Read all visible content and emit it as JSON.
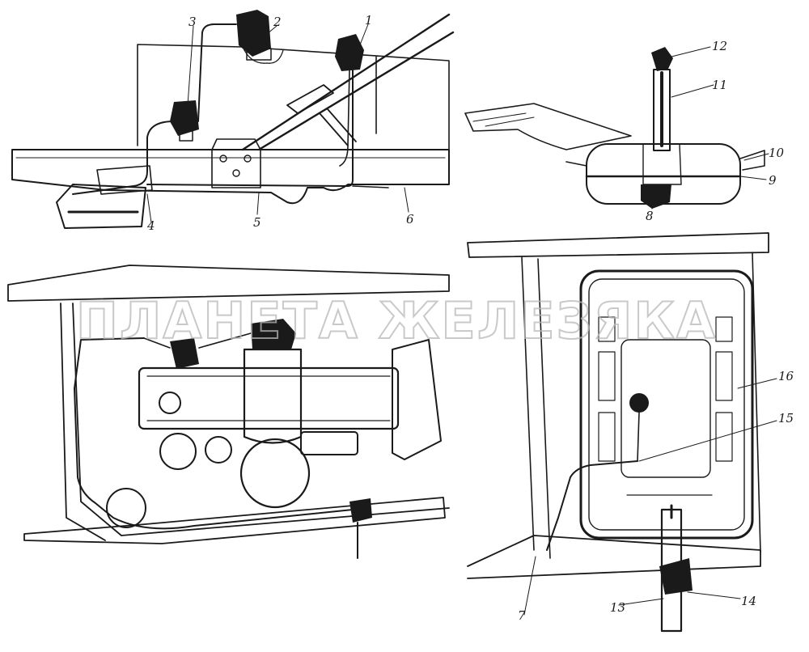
{
  "watermark": "ПЛАНЕТА ЖЕЛЕЗЯКА",
  "callouts": {
    "c1": "1",
    "c2": "2",
    "c3": "3",
    "c4": "4",
    "c5": "5",
    "c6": "6",
    "c7": "7",
    "c8": "8",
    "c9": "9",
    "c10": "10",
    "c11": "11",
    "c12": "12",
    "c13": "13",
    "c14": "14",
    "c15": "15",
    "c16": "16"
  },
  "colors": {
    "ink": "#1a1a1a",
    "paper": "#ffffff",
    "watermark": "#b8b8b8"
  }
}
